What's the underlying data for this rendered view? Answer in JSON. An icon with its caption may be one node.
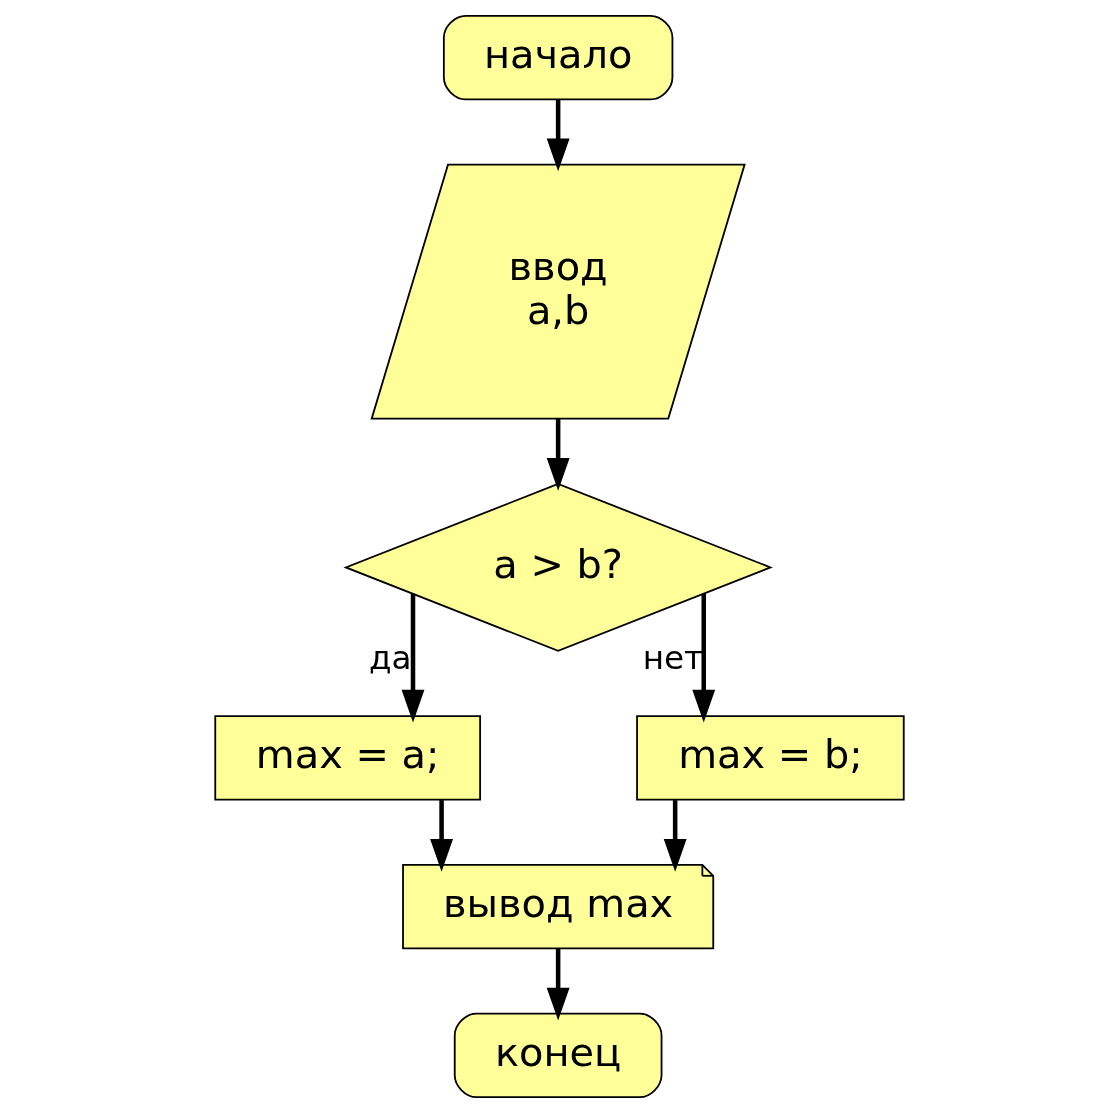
{
  "diagram": {
    "nodes": [
      {
        "text": [
          "начало"
        ]
      },
      {
        "text": [
          "ввод",
          "a,b"
        ]
      },
      {
        "text": [
          "a > b?"
        ]
      },
      {
        "text": [
          "max = a;"
        ]
      },
      {
        "text": [
          "max = b;"
        ]
      },
      {
        "text": [
          "вывод max"
        ]
      },
      {
        "text": [
          "конец"
        ]
      }
    ],
    "edges": [
      {
        "from": 0,
        "to": 1,
        "arrow": "to"
      },
      {
        "from": 1,
        "to": 2,
        "arrow": "to"
      },
      {
        "from": 2,
        "to": 3,
        "arrow": "to",
        "label": "да"
      },
      {
        "from": 2,
        "to": 4,
        "arrow": "to",
        "label": "нет"
      },
      {
        "from": 3,
        "to": 5,
        "arrow": "to"
      },
      {
        "from": 4,
        "to": 5,
        "arrow": "to"
      },
      {
        "from": 5,
        "to": 6,
        "arrow": "to"
      }
    ]
  }
}
